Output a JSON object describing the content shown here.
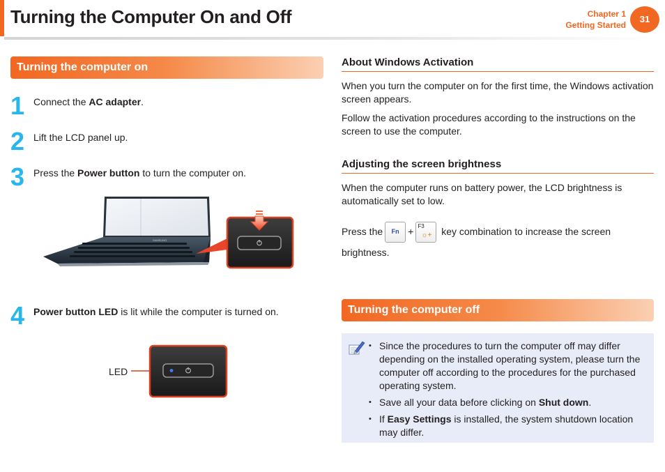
{
  "header": {
    "title": "Turning the Computer On and Off",
    "chapter": "Chapter 1",
    "chapter_subtitle": "Getting Started",
    "page_number": "31"
  },
  "left": {
    "section_title": "Turning the computer on",
    "steps": [
      {
        "number": "1",
        "before": "Connect the ",
        "bold": "AC adapter",
        "after": "."
      },
      {
        "number": "2",
        "before": "Lift the LCD panel up.",
        "bold": "",
        "after": ""
      },
      {
        "number": "3",
        "before": "Press the ",
        "bold": "Power button",
        "after": " to turn the computer on."
      },
      {
        "number": "4",
        "before": "",
        "bold": "Power button LED",
        "after": " is lit while the computer is turned on."
      }
    ],
    "led_label": "LED",
    "laptop_brand": "SAMSUNG"
  },
  "right": {
    "activation": {
      "heading": "About Windows Activation",
      "para1": "When you turn the computer on for the first time, the Windows activation screen appears.",
      "para2": "Follow the activation procedures according to the instructions on the screen to use the computer."
    },
    "brightness": {
      "heading": "Adjusting the screen brightness",
      "para1": "When the computer runs on battery power, the LCD brightness is automatically set to low.",
      "press_before": "Press the",
      "plus": "+",
      "key_fn": "Fn",
      "key_f3": "F3",
      "key_f3_symbol": "☼+",
      "press_after": " key combination to increase the screen brightness."
    },
    "off_section_title": "Turning the computer off",
    "notes": [
      {
        "before": "Since the procedures to turn the computer off may differ depending on the installed operating system, please turn the computer off according to the procedures for the purchased operating system.",
        "bold": "",
        "after": ""
      },
      {
        "before": "Save all your data before clicking on ",
        "bold": "Shut down",
        "after": "."
      },
      {
        "before": "If ",
        "bold": "Easy Settings",
        "after": " is installed, the system shutdown location may differ."
      }
    ]
  },
  "colors": {
    "accent": "#f26722",
    "step_number": "#29b6ea",
    "note_background": "#e8ecf8"
  },
  "icons": {
    "note": "pencil-note-icon",
    "power": "power-icon",
    "brightness": "sun-icon"
  }
}
